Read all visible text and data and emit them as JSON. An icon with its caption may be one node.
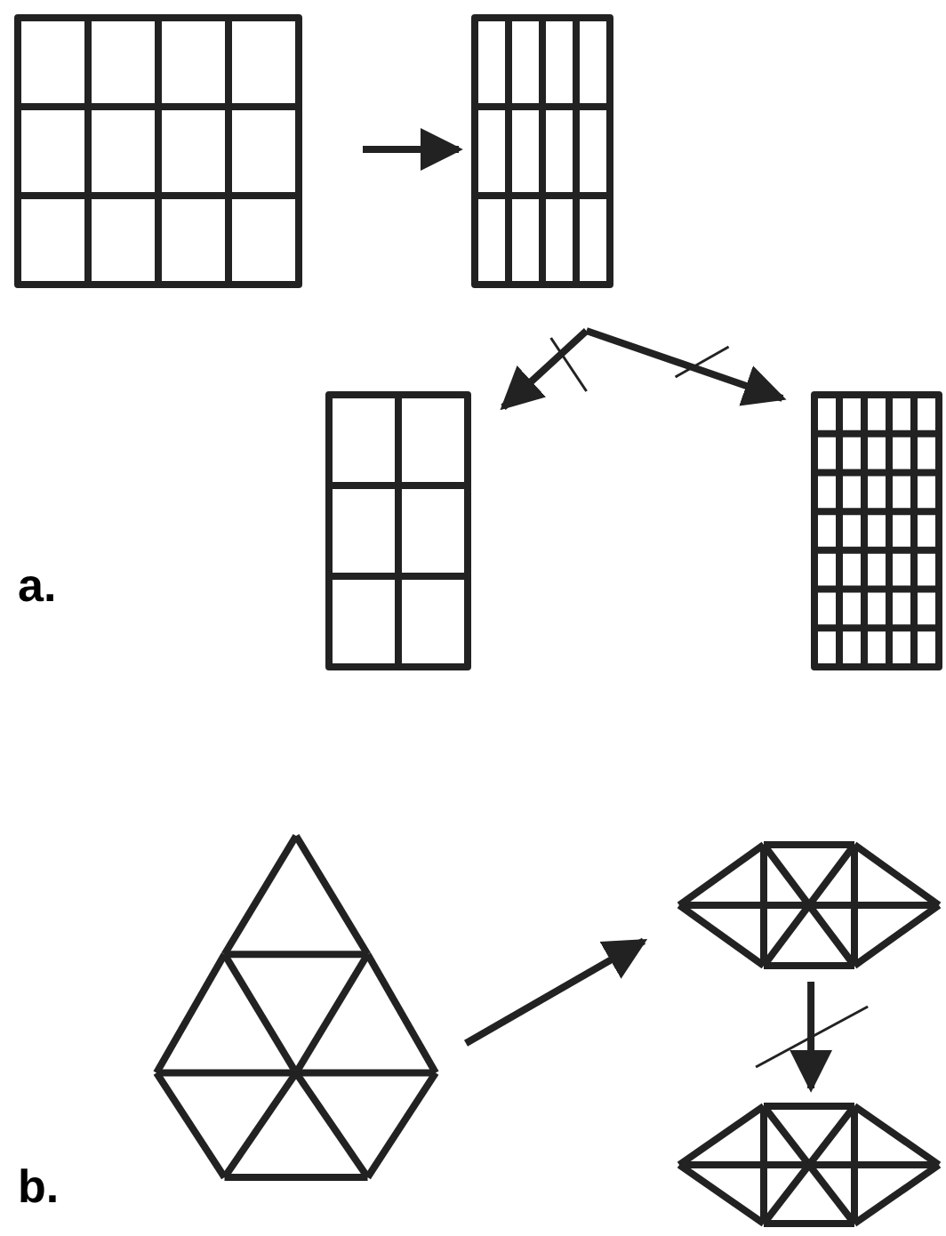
{
  "diagram": {
    "nodes": [
      {
        "text": [],
        "shape": "box"
      },
      {
        "text": [],
        "shape": "box"
      },
      {
        "text": [],
        "shape": "box"
      },
      {
        "text": [],
        "shape": "box"
      },
      {
        "text": [],
        "shape": "hexagon"
      },
      {
        "text": [],
        "shape": "diamond"
      },
      {
        "text": [],
        "shape": "diamond"
      }
    ],
    "edges": [
      {
        "from": 0,
        "to": 1,
        "arrow": "to"
      },
      {
        "from": 1,
        "to": 2,
        "arrow": "to"
      },
      {
        "from": 1,
        "to": 3,
        "arrow": "to"
      },
      {
        "from": 4,
        "to": 5,
        "arrow": "to"
      },
      {
        "from": 5,
        "to": 6,
        "arrow": "to"
      }
    ],
    "labels": [
      "a.",
      "b."
    ]
  }
}
